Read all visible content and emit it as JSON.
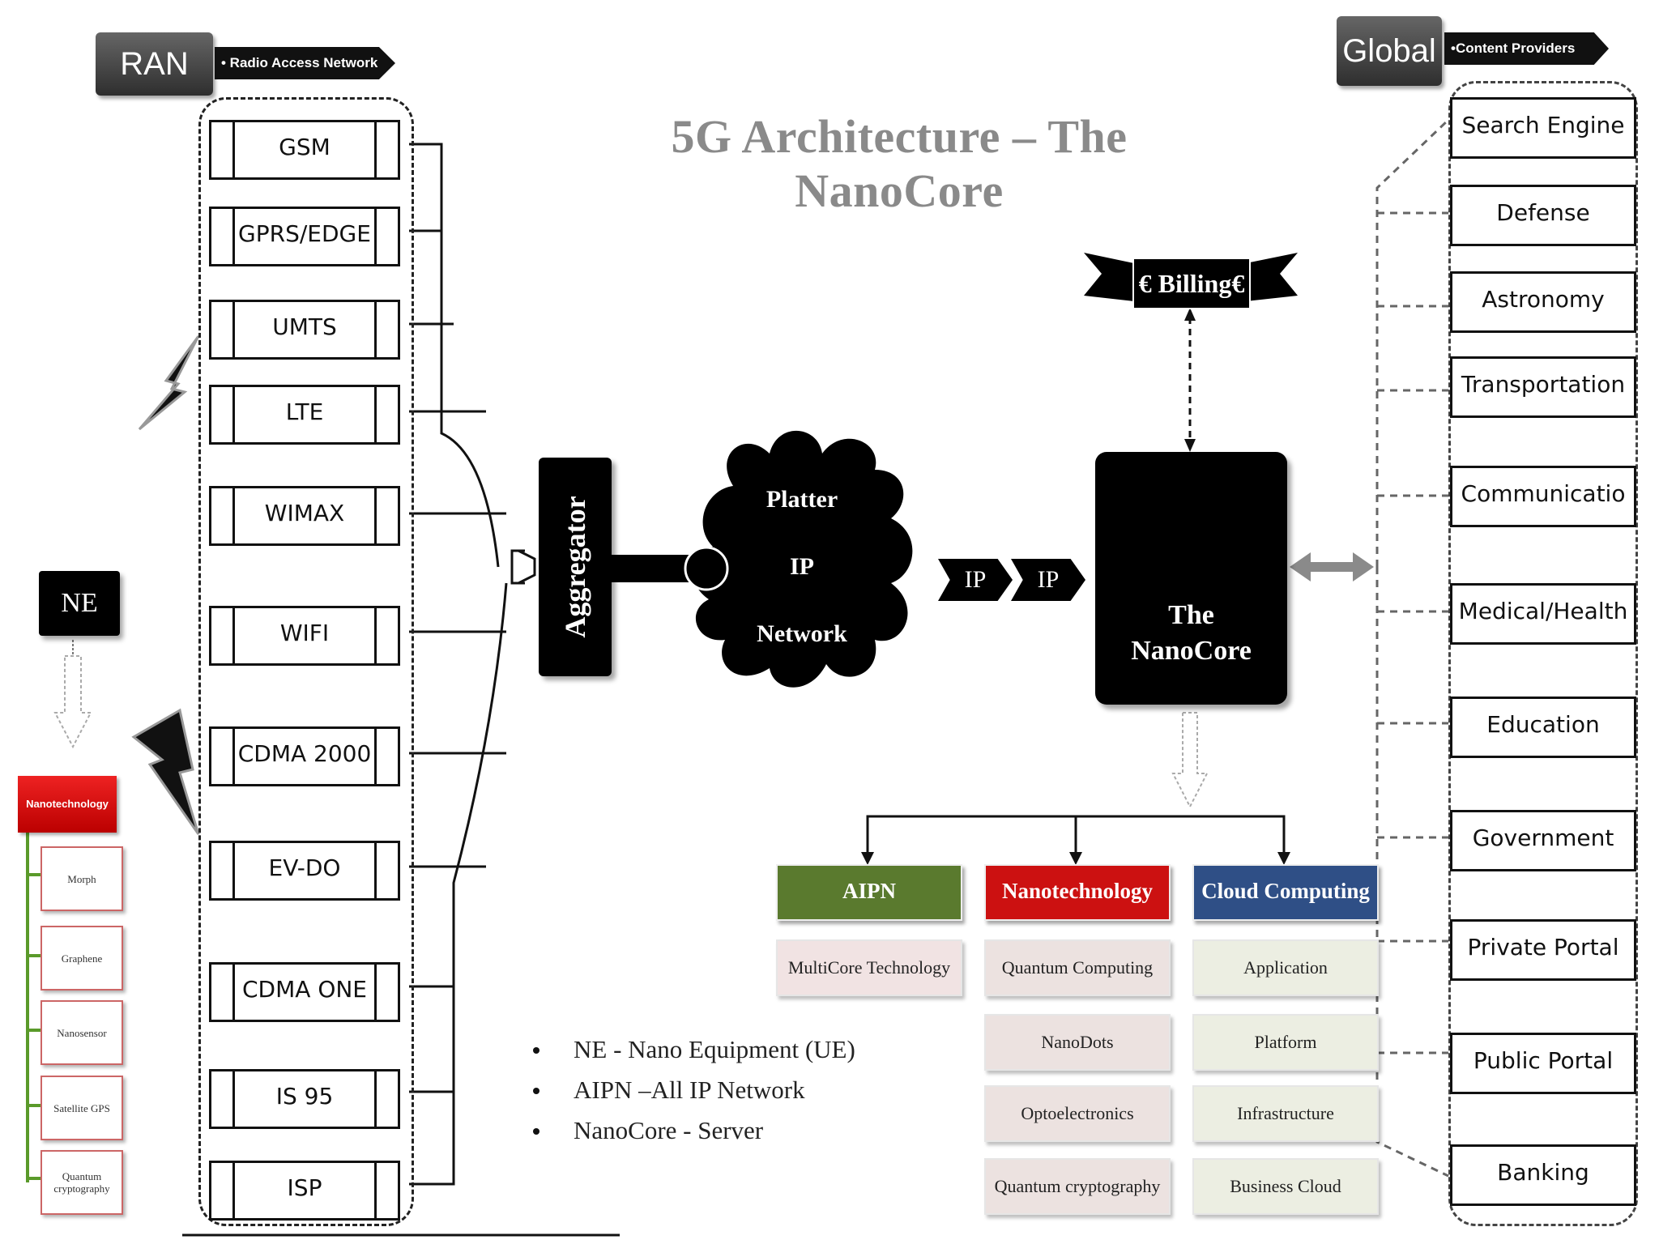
{
  "title": "5G Architecture – The NanoCore",
  "ran": {
    "label": "RAN",
    "desc": "• Radio Access Network",
    "items": [
      "GSM",
      "GPRS/EDGE",
      "UMTS",
      "LTE",
      "WIMAX",
      "WIFI",
      "CDMA 2000",
      "EV-DO",
      "CDMA ONE",
      "IS 95",
      "ISP"
    ]
  },
  "ne": {
    "label": "NE",
    "head": "Nanotechnology",
    "items": [
      "Morph",
      "Graphene",
      "Nanosensor",
      "Satellite GPS",
      "Quantum cryptography"
    ]
  },
  "aggregator": "Aggregator",
  "cloud": {
    "line1": "Platter",
    "line2": "IP",
    "line3": "Network"
  },
  "ip_arrows": [
    "IP",
    "IP"
  ],
  "billing": "€ Billing€",
  "nanocore": {
    "line1": "The",
    "line2": "NanoCore"
  },
  "columns": [
    {
      "head": "AIPN",
      "color": "#5a7a2e",
      "item_bg": "#f1e3e3",
      "items": [
        "MultiCore Technology"
      ]
    },
    {
      "head": "Nanotechnology",
      "color": "#cc1111",
      "item_bg": "#ece2e0",
      "items": [
        "Quantum Computing",
        "NanoDots",
        "Optoelectronics",
        "Quantum cryptography"
      ]
    },
    {
      "head": "Cloud Computing",
      "color": "#2f4f86",
      "item_bg": "#eceee2",
      "items": [
        "Application",
        "Platform",
        "Infrastructure",
        "Business Cloud"
      ]
    }
  ],
  "legend": [
    "NE - Nano Equipment (UE)",
    "AIPN –All  IP Network",
    "NanoCore - Server"
  ],
  "global": {
    "label": "Global",
    "desc": "•Content Providers",
    "items": [
      "Search Engine",
      "Defense",
      "Astronomy",
      "Transportation",
      "Communicatio",
      "Medical/Health",
      "Education",
      "Government",
      "Private Portal",
      "Public Portal",
      "Banking"
    ]
  },
  "colors": {
    "dark": "#111111",
    "gray_arrow": "#8a8a8a"
  }
}
